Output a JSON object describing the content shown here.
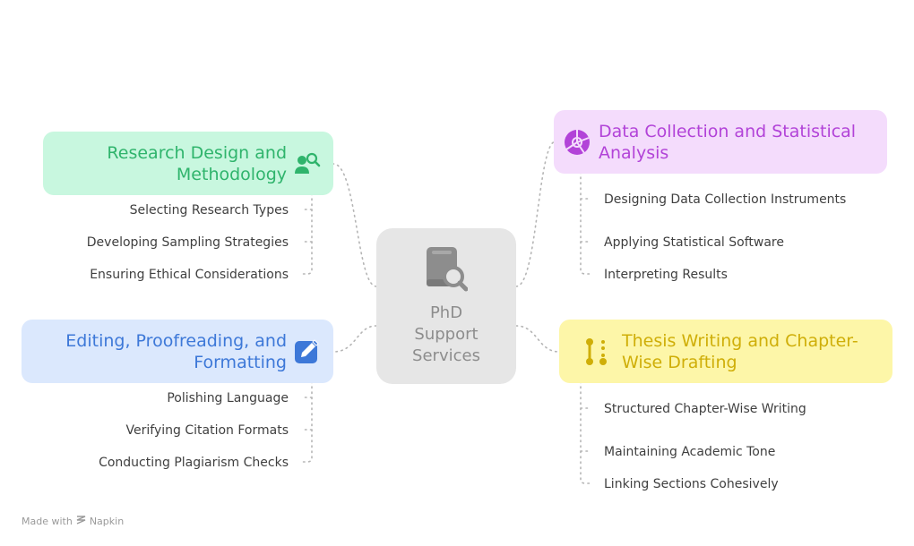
{
  "center": {
    "label": "PhD\nSupport\nServices",
    "icon": "book-search-icon"
  },
  "branches": [
    {
      "title": "Research Design and Methodology",
      "icon": "researcher-search-icon",
      "colors": {
        "fill": "#c8f7df",
        "text": "#2fb46c"
      },
      "items": [
        "Selecting Research Types",
        "Developing Sampling Strategies",
        "Ensuring Ethical Considerations"
      ]
    },
    {
      "title": "Editing, Proofreading, and Formatting",
      "icon": "edit-pencil-icon",
      "colors": {
        "fill": "#dbe8fd",
        "text": "#3d78d8"
      },
      "items": [
        "Polishing Language",
        "Verifying Citation Formats",
        "Conducting Plagiarism Checks"
      ]
    },
    {
      "title": "Data Collection and Statistical Analysis",
      "icon": "pie-chart-icon",
      "colors": {
        "fill": "#f4dcfc",
        "text": "#b243d8"
      },
      "items": [
        "Designing Data Collection Instruments",
        "Applying Statistical Software",
        "Interpreting Results"
      ]
    },
    {
      "title": "Thesis Writing and Chapter-Wise Drafting",
      "icon": "chapter-timeline-icon",
      "colors": {
        "fill": "#fdf6a8",
        "text": "#cfae08"
      },
      "items": [
        "Structured Chapter-Wise Writing",
        "Maintaining Academic Tone",
        "Linking Sections Cohesively"
      ]
    }
  ],
  "footer": {
    "prefix": "Made with",
    "brand": "Napkin",
    "icon": "napkin-logo-icon"
  }
}
